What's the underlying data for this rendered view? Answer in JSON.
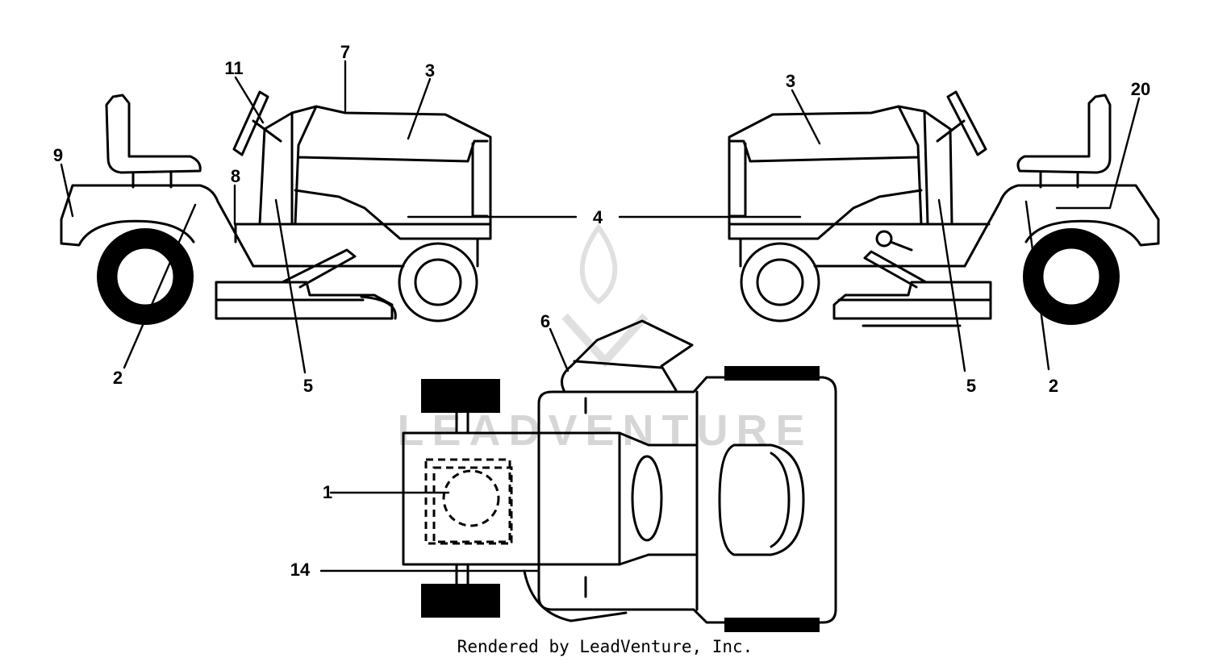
{
  "watermark": "LEADVENTURE",
  "footer": "Rendered by LeadVenture, Inc.",
  "callouts": {
    "c1": "1",
    "c2_left": "2",
    "c2_right": "2",
    "c3_left": "3",
    "c3_right": "3",
    "c4": "4",
    "c5_left": "5",
    "c5_right": "5",
    "c6": "6",
    "c7": "7",
    "c8": "8",
    "c9": "9",
    "c11": "11",
    "c14": "14",
    "c20": "20"
  }
}
